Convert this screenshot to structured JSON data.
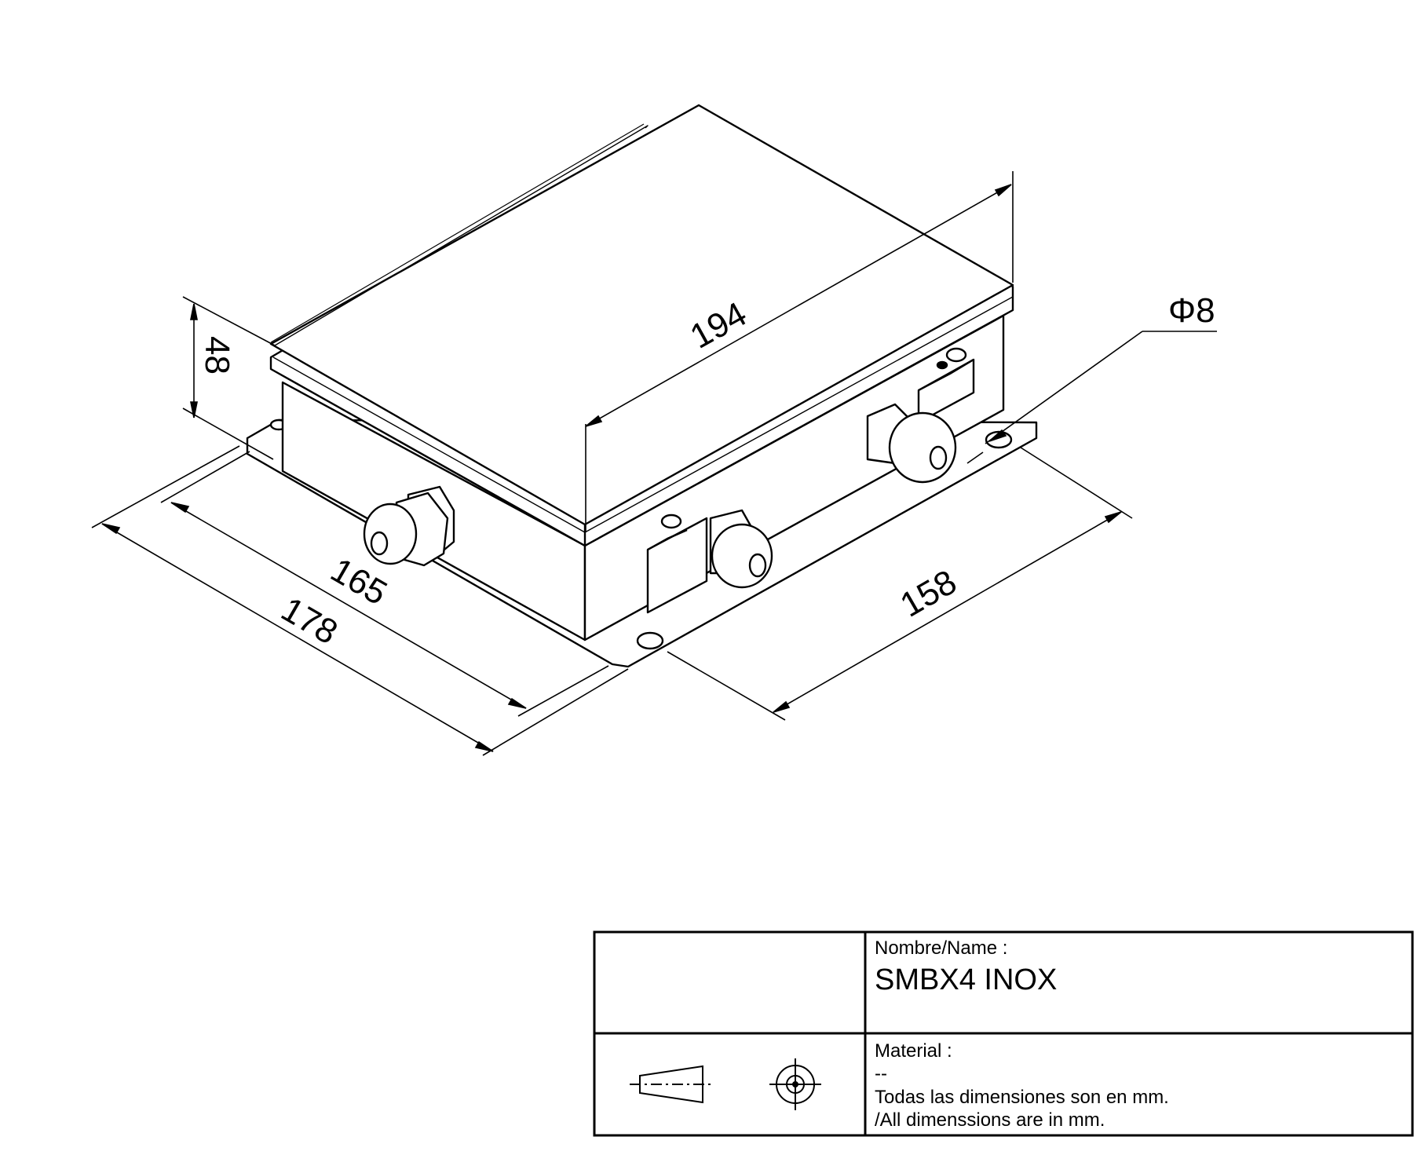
{
  "drawing": {
    "dimensions": {
      "length": "194",
      "height": "48",
      "width_outer": "178",
      "width_inner": "165",
      "hole_spacing": "158",
      "hole_diameter": "Φ8"
    }
  },
  "title_block": {
    "name_label": "Nombre/Name :",
    "name_value": "SMBX4 INOX",
    "material_label": "Material :",
    "material_value": "--",
    "note_es": "Todas las dimensiones son en mm.",
    "note_en": "/All dimenssions are in mm.",
    "symbols": [
      "projection-cone-icon",
      "projection-circle-icon"
    ]
  }
}
